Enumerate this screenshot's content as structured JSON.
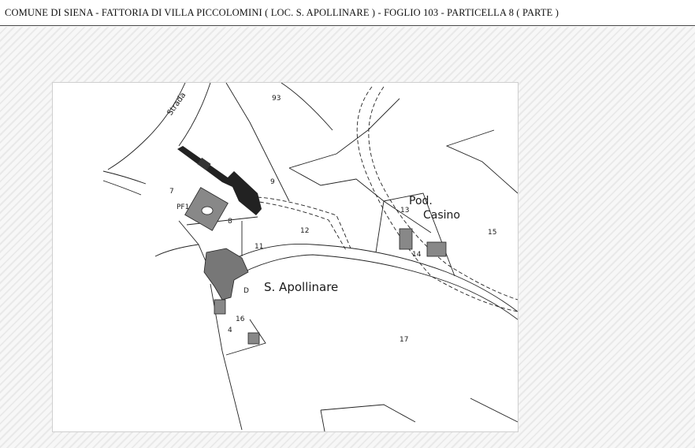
{
  "header": {
    "title": "COMUNE DI SIENA - FATTORIA  DI VILLA PICCOLOMINI ( LOC. S. APOLLINARE ) - FOGLIO 103 - PARTICELLA 8 ( PARTE )"
  },
  "map": {
    "road_label": "Strada",
    "place_names": {
      "apollinare": "S. Apollinare",
      "pod": "Pod.",
      "casino": "Casino"
    },
    "parcels": {
      "p93": "93",
      "p7": "7",
      "pf1": "PF1",
      "p8": "8",
      "p9": "9",
      "p11": "11",
      "p12": "12",
      "p13": "13",
      "p14": "14",
      "p15": "15",
      "p16": "16",
      "p4": "4",
      "p17": "17",
      "pd": "D"
    }
  }
}
